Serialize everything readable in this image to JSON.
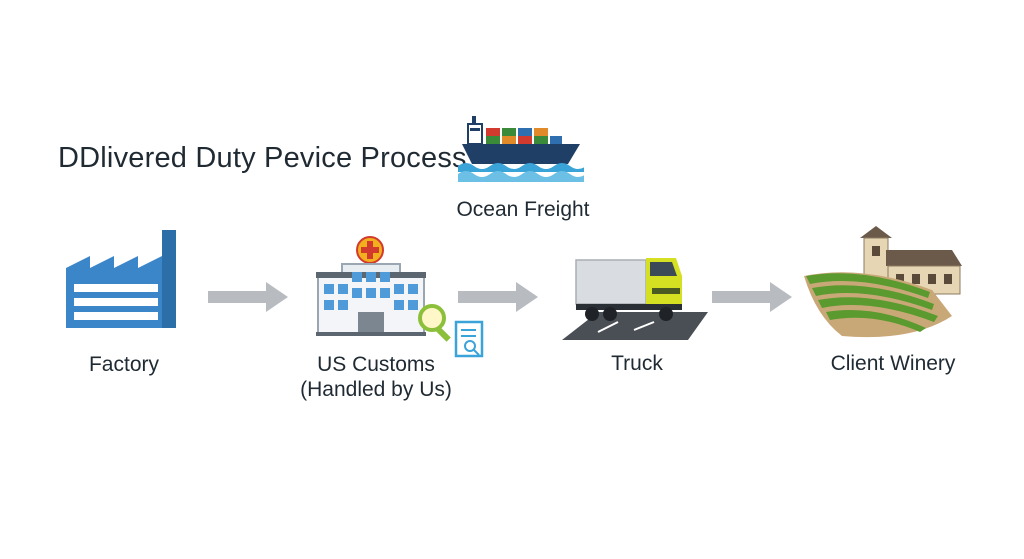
{
  "title": "DDlivered Duty Pevice Process",
  "freight": {
    "label": "Ocean Freight",
    "icon": "cargo-ship-icon"
  },
  "steps": [
    {
      "label": "Factory",
      "icon": "factory-icon"
    },
    {
      "label": "US Customs",
      "sublabel": "(Handled by Us)",
      "icon": "customs-building-icon"
    },
    {
      "label": "Truck",
      "icon": "truck-icon"
    },
    {
      "label": "Client Winery",
      "icon": "winery-icon"
    }
  ],
  "colors": {
    "factory": "#3a86c8",
    "arrow": "#b8bcc0",
    "ship_hull": "#1f3f66",
    "water": "#3aa3d8",
    "truck_cab": "#d4e021",
    "vineyard": "#5a9a2e"
  }
}
